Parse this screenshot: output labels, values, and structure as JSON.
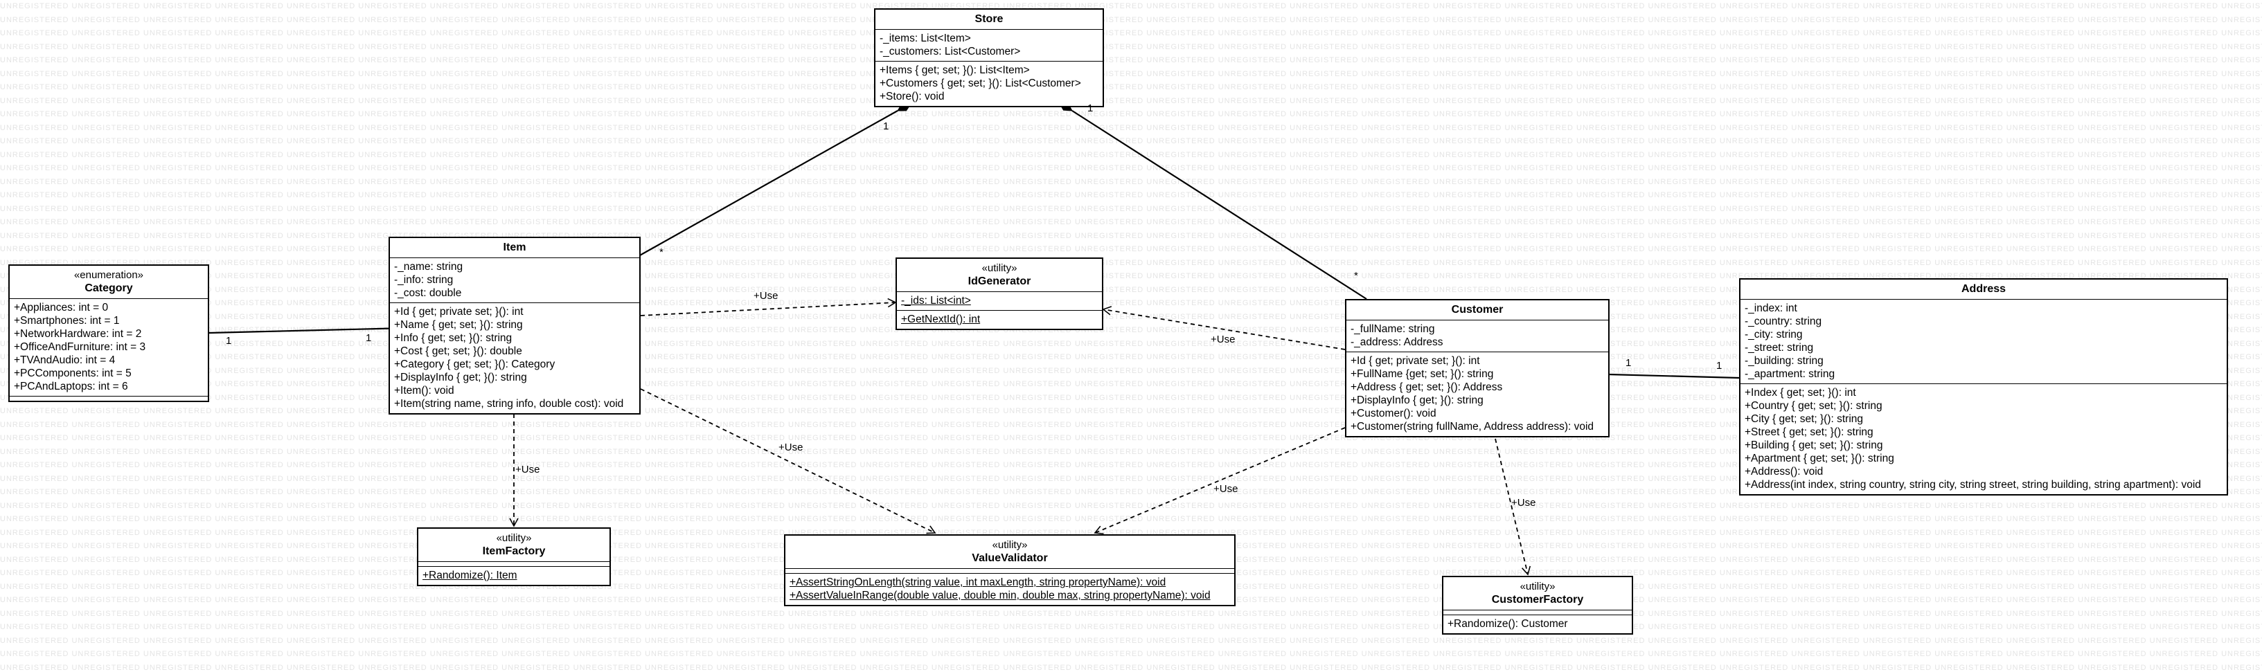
{
  "watermark": "UNREGISTERED",
  "classes": {
    "store": {
      "title": "Store",
      "attributes": [
        "-_items: List<Item>",
        "-_customers: List<Customer>"
      ],
      "operations": [
        "+Items { get; set; }(): List<Item>",
        "+Customers { get; set; }(): List<Customer>",
        "+Store(): void"
      ]
    },
    "category": {
      "stereotype": "«enumeration»",
      "title": "Category",
      "literals": [
        "+Appliances: int = 0",
        "+Smartphones: int = 1",
        "+NetworkHardware: int = 2",
        "+OfficeAndFurniture: int = 3",
        "+TVAndAudio: int = 4",
        "+PCComponents: int = 5",
        "+PCAndLaptops: int = 6"
      ]
    },
    "item": {
      "title": "Item",
      "attributes": [
        "-_name: string",
        "-_info: string",
        "-_cost: double"
      ],
      "operations": [
        "+Id { get; private set; }(): int",
        "+Name { get; set; }(): string",
        "+Info { get; set; }(): string",
        "+Cost { get; set; }(): double",
        "+Category { get; set; }(): Category",
        "+DisplayInfo { get; }(): string",
        "+Item(): void",
        "+Item(string name, string info, double cost): void"
      ]
    },
    "idgenerator": {
      "stereotype": "«utility»",
      "title": "IdGenerator",
      "attributes": [
        "-_ids: List<int>"
      ],
      "operations": [
        "+GetNextId(): int"
      ]
    },
    "customer": {
      "title": "Customer",
      "attributes": [
        "-_fullName: string",
        "-_address: Address"
      ],
      "operations": [
        "+Id { get; private set; }(): int",
        "+FullName {get; set; }(): string",
        "+Address { get; set; }(): Address",
        "+DisplayInfo { get; }(): string",
        "+Customer(): void",
        "+Customer(string fullName, Address address): void"
      ]
    },
    "address": {
      "title": "Address",
      "attributes": [
        "-_index: int",
        "-_country: string",
        "-_city: string",
        "-_street: string",
        "-_building: string",
        "-_apartment: string"
      ],
      "operations": [
        "+Index { get; set; }(): int",
        "+Country { get; set; }(): string",
        "+City { get; set; }(): string",
        "+Street { get; set; }(): string",
        "+Building { get; set; }(): string",
        "+Apartment { get; set; }(): string",
        "+Address(): void",
        "+Address(int index, string country, string city, string street, string building, string apartment): void"
      ]
    },
    "itemfactory": {
      "stereotype": "«utility»",
      "title": "ItemFactory",
      "operations": [
        "+Randomize(): Item"
      ]
    },
    "valuevalidator": {
      "stereotype": "«utility»",
      "title": "ValueValidator",
      "operations": [
        "+AssertStringOnLength(string value, int maxLength, string propertyName): void",
        "+AssertValueInRange(double value, double min, double max, string propertyName): void"
      ]
    },
    "customerfactory": {
      "stereotype": "«utility»",
      "title": "CustomerFactory",
      "operations": [
        "+Randomize(): Customer"
      ]
    }
  },
  "relations": [
    {
      "id": "store-item",
      "kind": "composition",
      "from": "store",
      "to": "item",
      "from_mult": "1",
      "to_mult": "*"
    },
    {
      "id": "store-customer",
      "kind": "composition",
      "from": "store",
      "to": "customer",
      "from_mult": "1",
      "to_mult": "*"
    },
    {
      "id": "item-category",
      "kind": "composition",
      "from": "item",
      "to": "category",
      "from_mult": "1",
      "to_mult": "1"
    },
    {
      "id": "customer-address",
      "kind": "composition",
      "from": "customer",
      "to": "address",
      "from_mult": "1",
      "to_mult": "1"
    },
    {
      "id": "item-idgenerator",
      "kind": "dependency",
      "from": "item",
      "to": "idgenerator",
      "label": "+Use"
    },
    {
      "id": "customer-idgenerator",
      "kind": "dependency",
      "from": "customer",
      "to": "idgenerator",
      "label": "+Use"
    },
    {
      "id": "item-itemfactory",
      "kind": "dependency",
      "from": "item",
      "to": "itemfactory",
      "label": "+Use"
    },
    {
      "id": "item-valuevalidator",
      "kind": "dependency",
      "from": "item",
      "to": "valuevalidator",
      "label": "+Use"
    },
    {
      "id": "customer-valuevalidator",
      "kind": "dependency",
      "from": "customer",
      "to": "valuevalidator",
      "label": "+Use"
    },
    {
      "id": "customer-customerfactory",
      "kind": "dependency",
      "from": "customer",
      "to": "customerfactory",
      "label": "+Use"
    }
  ]
}
